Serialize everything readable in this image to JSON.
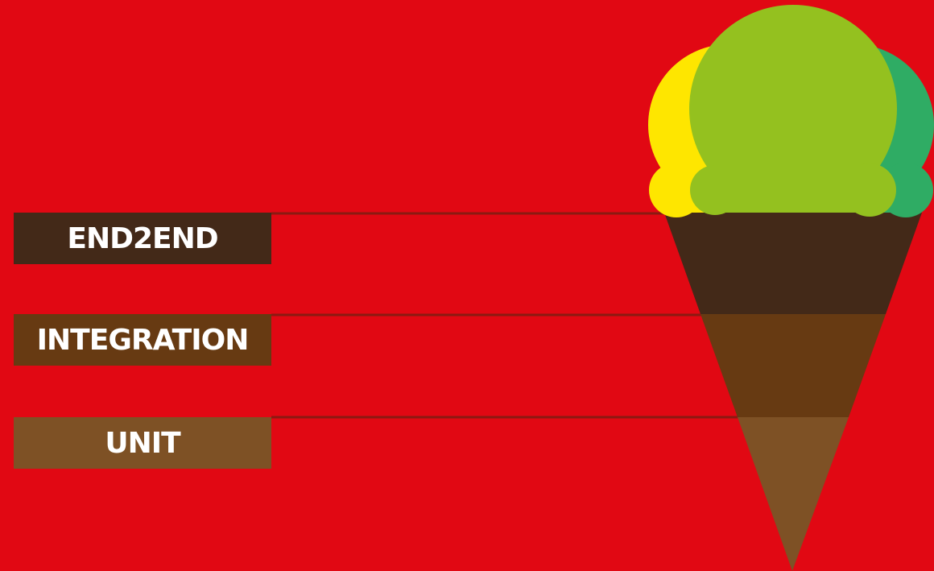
{
  "colors": {
    "background": "#e10813",
    "scoop_left": "#fee600",
    "scoop_right": "#2fac64",
    "scoop_center": "#94c11f"
  },
  "layers": [
    {
      "name": "END2END",
      "color": "#432918"
    },
    {
      "name": "INTEGRATION",
      "color": "#673a12"
    },
    {
      "name": "UNIT",
      "color": "#7e5125"
    }
  ]
}
